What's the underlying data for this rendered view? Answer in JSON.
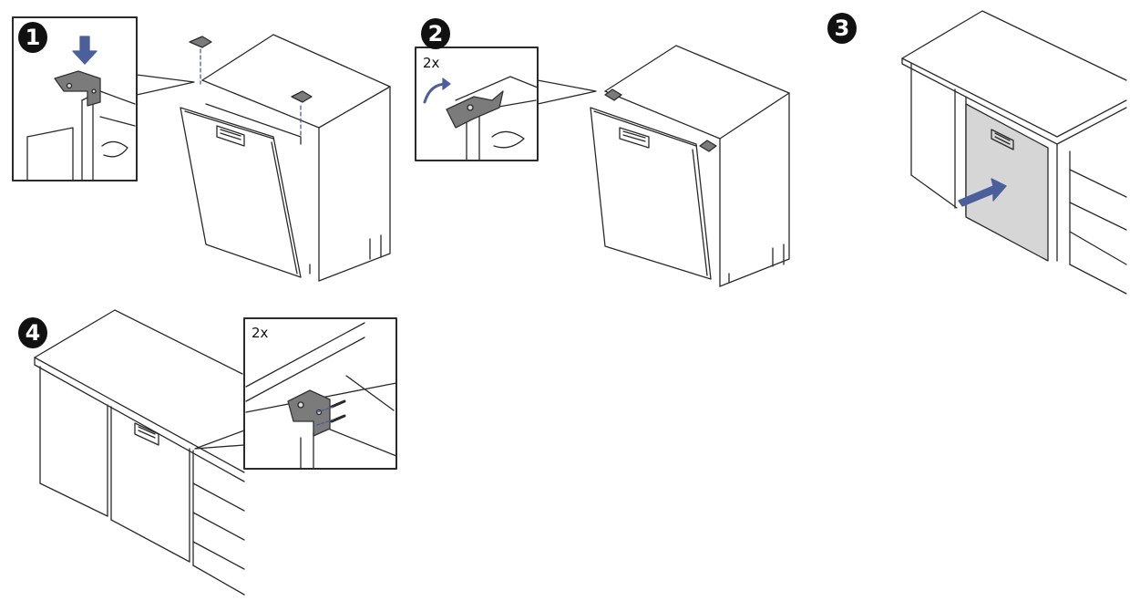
{
  "steps": [
    {
      "number": "1",
      "quantity": ""
    },
    {
      "number": "2",
      "quantity": "2x"
    },
    {
      "number": "3",
      "quantity": ""
    },
    {
      "number": "4",
      "quantity": "2x"
    }
  ],
  "colors": {
    "line": "#2a2a2a",
    "arrow": "#4a5f9c",
    "bracket": "#6f6f6f",
    "panel_fill": "#d6d6d6"
  },
  "icons": [
    "down-arrow-icon",
    "rotate-arrow-icon",
    "push-arrow-icon",
    "mounting-bracket-icon",
    "screw-icon"
  ]
}
